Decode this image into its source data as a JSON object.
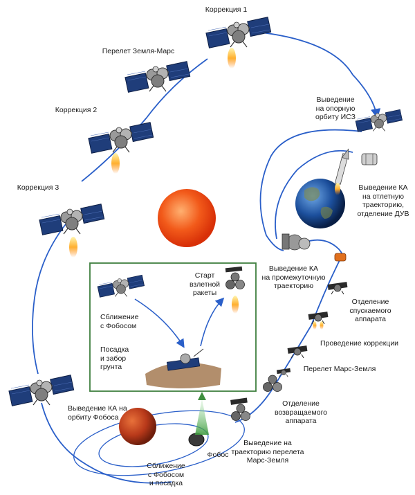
{
  "labels": {
    "correction_1": "Коррекция 1",
    "earth_mars_transfer": "Перелет Земля-Марс",
    "correction_2": "Коррекция 2",
    "correction_3": "Коррекция 3",
    "support_orbit": "Выведение\nна опорную\nорбиту ИСЗ",
    "departure_trajectory": "Выведение КА\nна отлетную\nтраекторию,\nотделение ДУВ",
    "intermediate_trajectory": "Выведение КА\nна промежуточную\nтраекторию",
    "descent_separation": "Отделение спускаемого\nаппарата",
    "correction_maneuver": "Проведение коррекции",
    "mars_earth_transfer": "Перелет Марс-Земля",
    "return_separation": "Отделение\nвозвращаемого\nаппарата",
    "mars_earth_injection": "Выведение на\nтраекторию перелета\nМарс-Земля",
    "phobos": "Фобос",
    "approach_landing": "Сближение\nс Фобосом\nи посадка",
    "phobos_orbit": "Выведение КА на\nорбиту Фобоса",
    "inset_approach": "Сближение\nс Фобосом",
    "inset_landing": "Посадка\nи забор\nгрунта",
    "inset_launch": "Старт\nвзлетной\nракеты"
  },
  "colors": {
    "trajectory": "#2a5fc9",
    "inset_border": "#3f7f3f",
    "panel": "#1f3d7a",
    "sun": "#f04a10",
    "mars": "#b8391a"
  }
}
